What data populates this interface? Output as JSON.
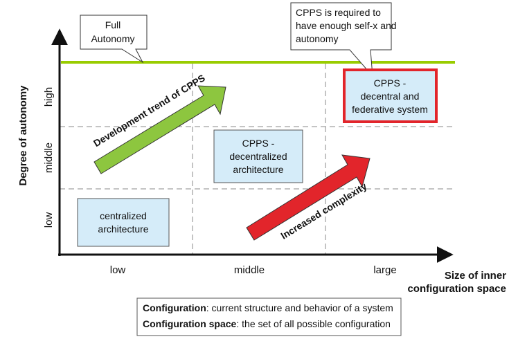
{
  "callouts": {
    "full_autonomy": [
      "Full",
      "Autonomy"
    ],
    "cpps_required": [
      "CPPS is required to",
      "have enough self-x and",
      "autonomy"
    ]
  },
  "y_axis": {
    "title": "Degree of autonomy",
    "levels": [
      "low",
      "middle",
      "high"
    ]
  },
  "x_axis": {
    "title": [
      "Size of inner",
      "configuration space"
    ],
    "levels": [
      "low",
      "middle",
      "large"
    ]
  },
  "boxes": {
    "centralized": [
      "centralized",
      "architecture"
    ],
    "decentralized": [
      "CPPS -",
      "decentralized",
      "architecture"
    ],
    "decentral_federative": [
      "CPPS -",
      "decentral and",
      "federative system"
    ]
  },
  "arrows": {
    "development": "Development trend of CPPS",
    "complexity": "Increased complexity"
  },
  "legend": {
    "line1_term": "Configuration",
    "line1_text": ": current structure and behavior of a system",
    "line2_term": "Configuration space",
    "line2_text": ": the set of all possible configuration"
  },
  "colors": {
    "autonomy_line": "#99cc00",
    "box_fill": "#d5ecf9",
    "highlight_border": "#e2252b",
    "green_arrow": "#8dc63f",
    "red_arrow": "#e2252b"
  }
}
